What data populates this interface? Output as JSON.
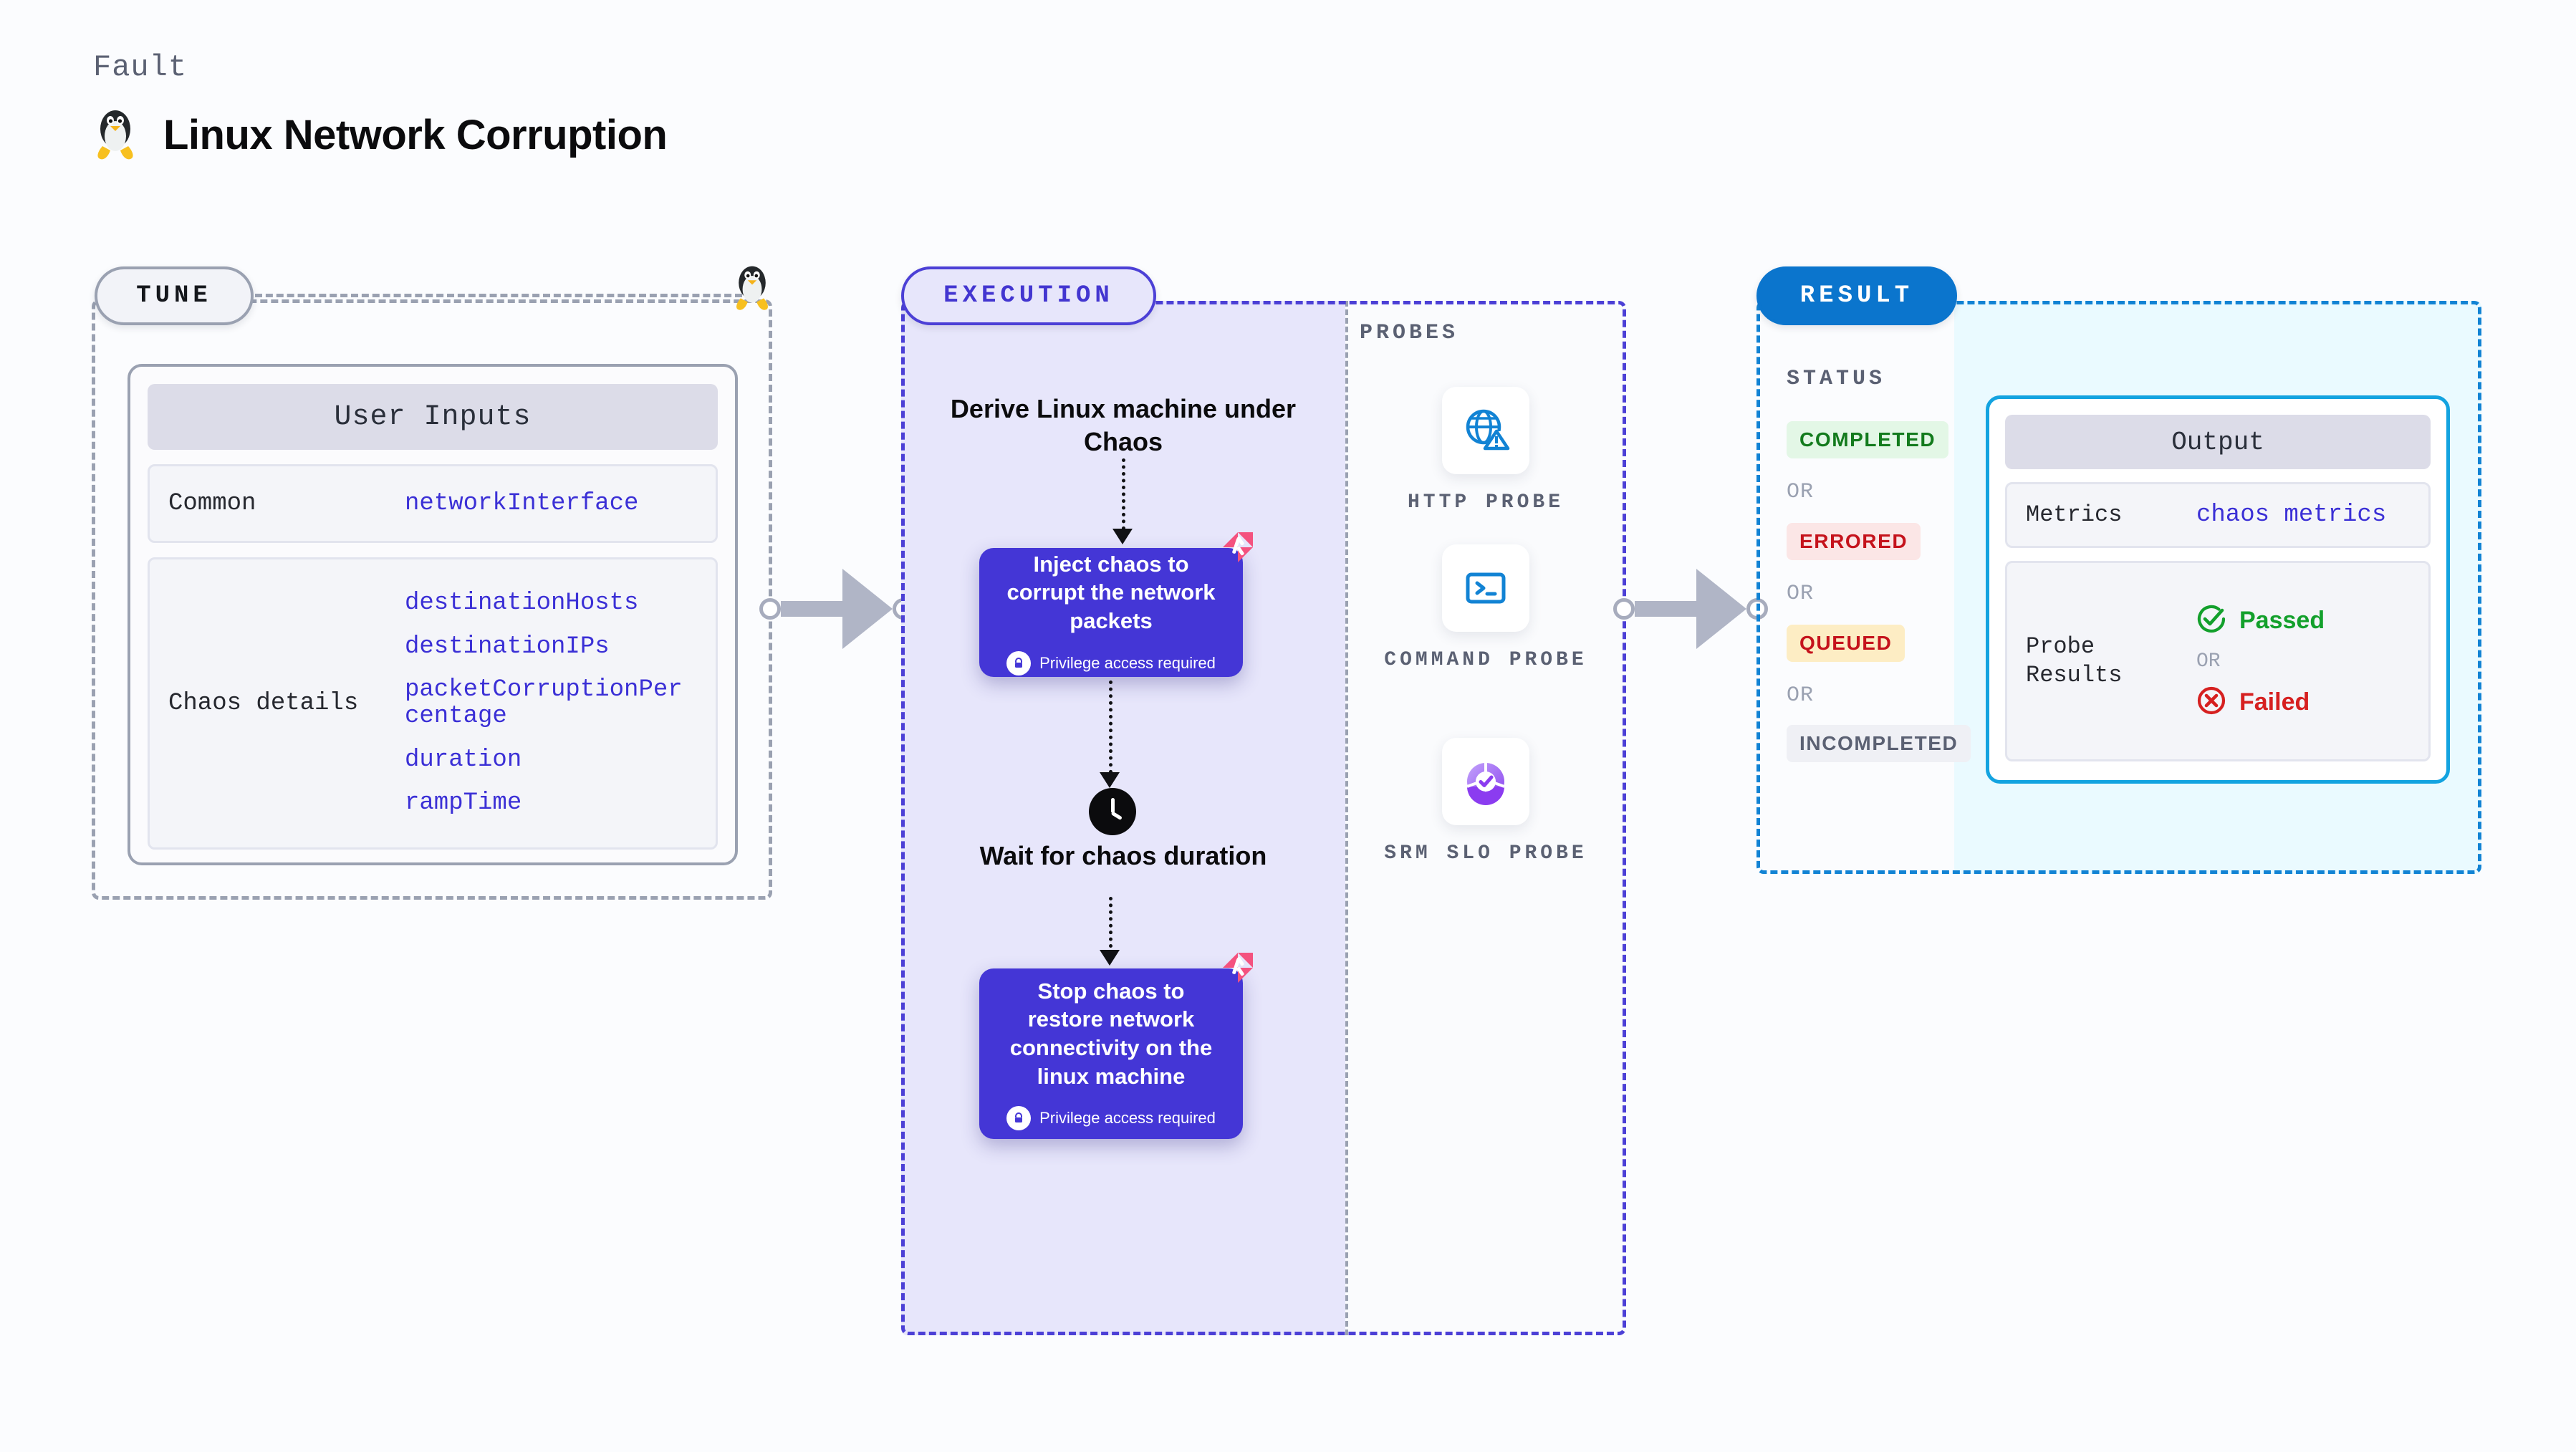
{
  "header": {
    "eyebrow": "Fault",
    "title": "Linux Network Corruption",
    "icon": "linux-penguin-icon"
  },
  "colors": {
    "tune_border": "#9aa1b1",
    "execution_border": "#4c40d6",
    "execution_fill": "#e7e6fb",
    "result_border": "#1283d4",
    "result_fill": "#eafaff",
    "task_box": "#4436d6",
    "accent_link": "#3b30d6",
    "harness_pink": "#f4527f",
    "probe_blue": "#1283d4",
    "probe_purple": "#8b45ef"
  },
  "tune": {
    "pill_label": "TUNE",
    "card_title": "User Inputs",
    "rows": [
      {
        "key": "Common",
        "values": [
          "networkInterface"
        ]
      },
      {
        "key": "Chaos details",
        "values": [
          "destinationHosts",
          "destinationIPs",
          "packetCorruptionPercentage",
          "duration",
          "rampTime"
        ]
      }
    ]
  },
  "execution": {
    "pill_label": "EXECUTION",
    "derive_step": "Derive Linux machine under Chaos",
    "inject_step": {
      "title": "Inject chaos to corrupt the network packets",
      "privilege": "Privilege access required"
    },
    "wait_step": "Wait for chaos duration",
    "stop_step": {
      "title": "Stop chaos to restore network connectivity on the linux machine",
      "privilege": "Privilege access required"
    }
  },
  "probes": {
    "section_label": "PROBES",
    "items": [
      {
        "name": "HTTP PROBE",
        "icon": "globe-warning-icon"
      },
      {
        "name": "COMMAND PROBE",
        "icon": "terminal-icon"
      },
      {
        "name": "SRM SLO PROBE",
        "icon": "slo-check-icon"
      }
    ]
  },
  "result": {
    "pill_label": "RESULT",
    "status_label": "STATUS",
    "or_label": "OR",
    "statuses": [
      {
        "label": "COMPLETED"
      },
      {
        "label": "ERRORED"
      },
      {
        "label": "QUEUED"
      },
      {
        "label": "INCOMPLETED"
      }
    ],
    "output": {
      "card_title": "Output",
      "metrics_key": "Metrics",
      "metrics_value": "chaos metrics",
      "probe_key": "Probe Results",
      "passed_label": "Passed",
      "failed_label": "Failed",
      "or_label": "OR"
    }
  }
}
